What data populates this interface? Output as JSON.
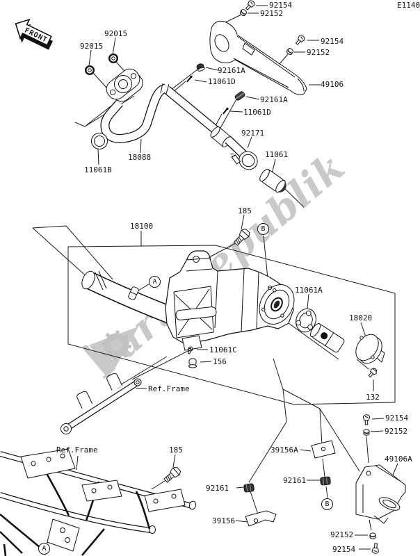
{
  "page": {
    "diagram_code": "E1140",
    "front_label": "FRONT",
    "watermark": "PartsRepublik"
  },
  "markers": {
    "a": "A",
    "b": "B"
  },
  "callouts": [
    "92154",
    "92152",
    "92015",
    "92015",
    "92154",
    "92152",
    "92161A",
    "11061D",
    "49106",
    "92161A",
    "11061D",
    "92171",
    "11061",
    "18088",
    "11061B",
    "185",
    "18100",
    "11061A",
    "18020",
    "11061C",
    "156",
    "Ref.Frame",
    "132",
    "92154",
    "92152",
    "Ref.Frame",
    "185",
    "39156A",
    "49106A",
    "92161",
    "92161",
    "39156",
    "92152",
    "92154"
  ]
}
